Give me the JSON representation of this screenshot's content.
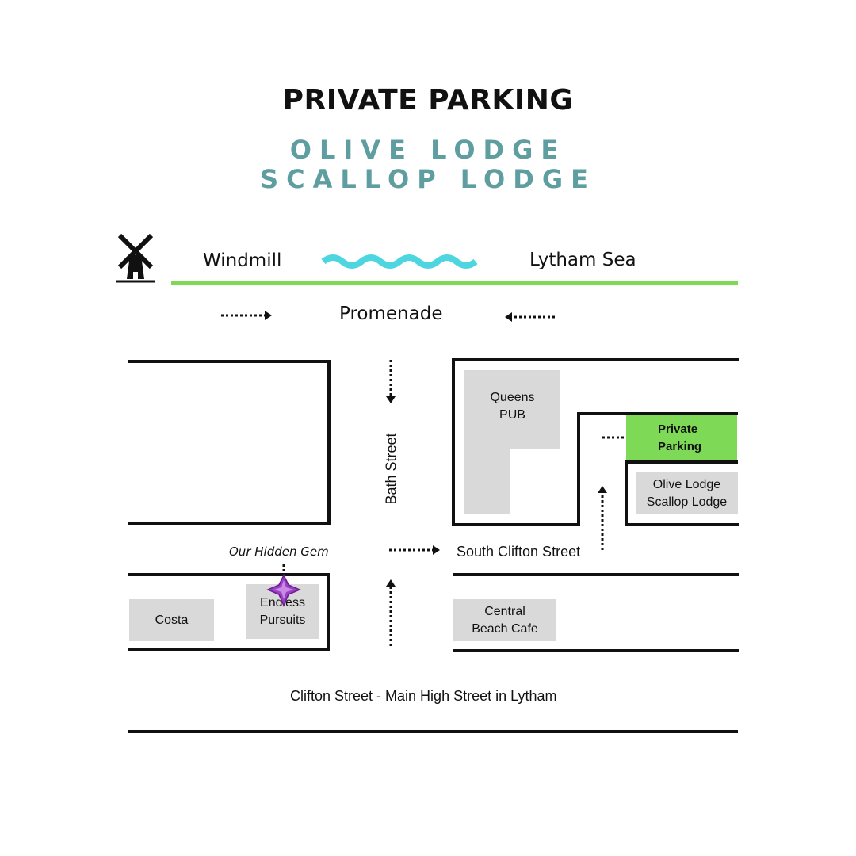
{
  "header": {
    "title": "PRIVATE PARKING",
    "subtitle_line1": "OLIVE LODGE",
    "subtitle_line2": "SCALLOP LODGE"
  },
  "map": {
    "landmarks": {
      "windmill": "Windmill",
      "sea": "Lytham Sea",
      "promenade": "Promenade",
      "bath_street": "Bath Street",
      "south_clifton_street": "South Clifton Street",
      "clifton_street": "Clifton Street - Main High Street in Lytham",
      "hidden_gem": "Our Hidden Gem"
    },
    "buildings": {
      "queens_pub_line1": "Queens",
      "queens_pub_line2": "PUB",
      "private_parking_line1": "Private",
      "private_parking_line2": "Parking",
      "lodges_line1": "Olive Lodge",
      "lodges_line2": "Scallop Lodge",
      "costa": "Costa",
      "endless_line1": "Endless",
      "endless_line2": "Pursuits",
      "central_line1": "Central",
      "central_line2": "Beach Cafe"
    },
    "colors": {
      "accent_teal": "#5e9ea0",
      "wave": "#4dd6e0",
      "grass_line": "#7ed957",
      "parking": "#7ed957",
      "building": "#d9d9d9",
      "gem": "#9b3fc4"
    },
    "icons": [
      "windmill-icon",
      "wave-icon",
      "gem-star-icon",
      "arrow-icon"
    ]
  }
}
